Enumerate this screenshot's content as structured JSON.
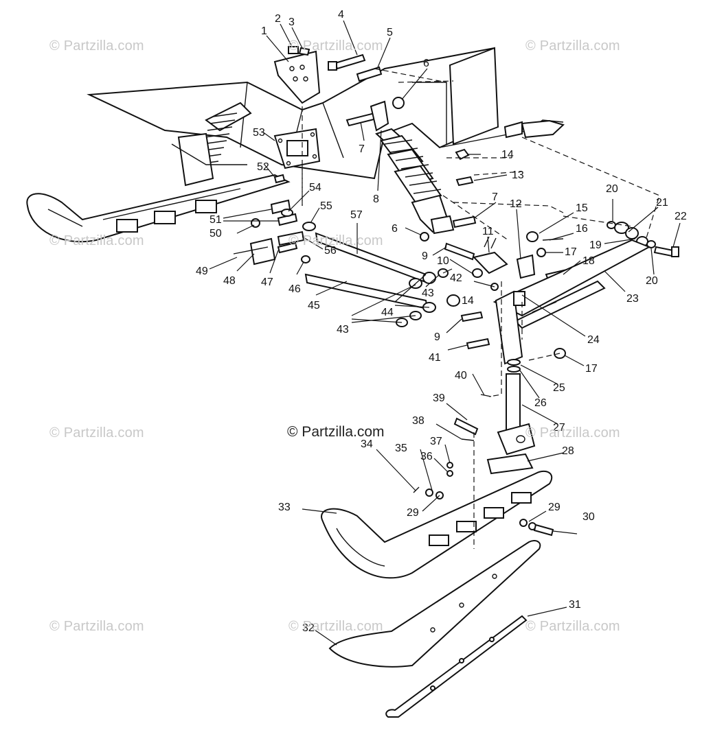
{
  "watermarks": {
    "text": "© Partzilla.com",
    "center": "© Partzilla.com"
  },
  "callouts": [
    "1",
    "2",
    "3",
    "4",
    "5",
    "6",
    "7",
    "8",
    "9",
    "10",
    "11",
    "12",
    "13",
    "14",
    "15",
    "16",
    "17",
    "18",
    "19",
    "20",
    "21",
    "22",
    "23",
    "24",
    "25",
    "26",
    "27",
    "28",
    "29",
    "30",
    "31",
    "32",
    "33",
    "34",
    "35",
    "36",
    "37",
    "38",
    "39",
    "40",
    "41",
    "42",
    "43",
    "44",
    "45",
    "46",
    "47",
    "48",
    "49",
    "50",
    "51",
    "52",
    "53",
    "54",
    "55",
    "56",
    "57"
  ]
}
